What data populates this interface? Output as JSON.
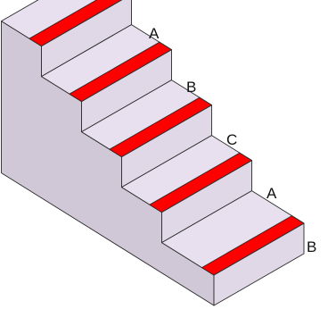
{
  "steps": [
    {
      "label": "A"
    },
    {
      "label": "B"
    },
    {
      "label": "C"
    },
    {
      "label": "A"
    },
    {
      "label": "B"
    }
  ],
  "colors": {
    "tread": "#e8e0ee",
    "riser": "#e0d8e6",
    "side": "#d0c8d6",
    "stripe": "#ff0000",
    "background": "#ffffff"
  }
}
